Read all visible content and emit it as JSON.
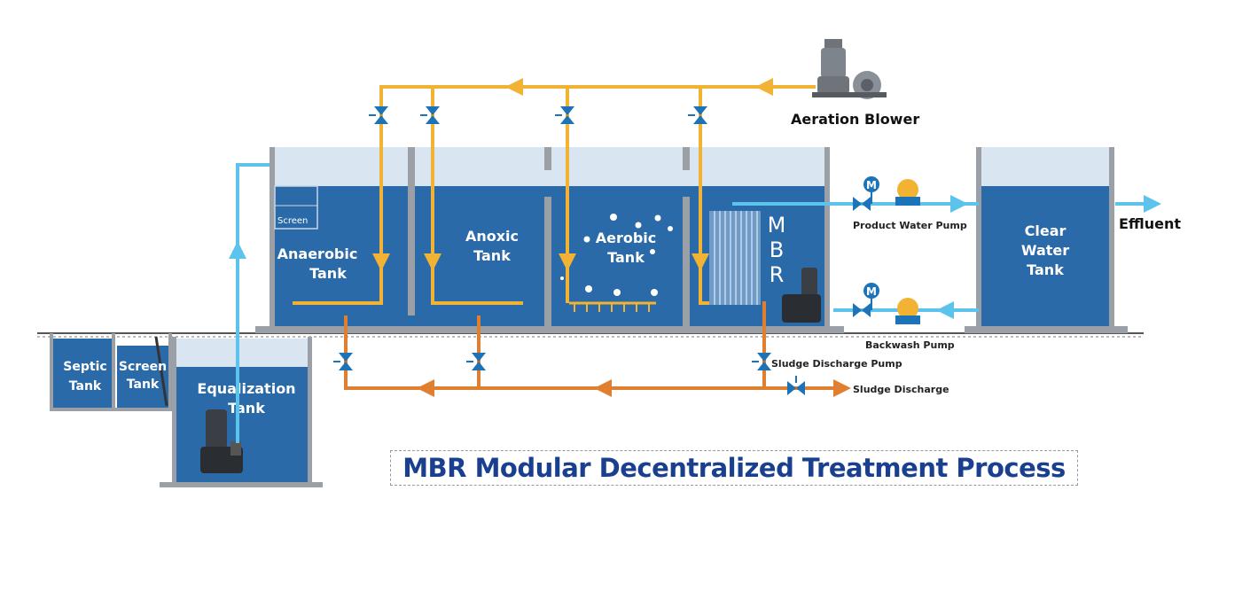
{
  "title": "MBR Modular Decentralized Treatment Process",
  "labels": {
    "septic_tank": [
      "Septic",
      "Tank"
    ],
    "screen_tank": [
      "Screen",
      "Tank"
    ],
    "equalization_tank": [
      "Equalization",
      "Tank"
    ],
    "screen": "Screen",
    "anaerobic_tank": [
      "Anaerobic",
      "Tank"
    ],
    "anoxic_tank": [
      "Anoxic",
      "Tank"
    ],
    "aerobic_tank": [
      "Aerobic",
      "Tank"
    ],
    "mbr": [
      "M",
      "B",
      "R"
    ],
    "clear_water_tank": [
      "Clear",
      "Water",
      "Tank"
    ],
    "aeration_blower": "Aeration Blower",
    "product_water_pump": "Product Water Pump",
    "backwash_pump": "Backwash Pump",
    "sludge_discharge_pump": "Sludge Discharge Pump",
    "sludge_discharge": "Sludge Discharge",
    "effluent": "Effluent",
    "meter_symbol": "M"
  },
  "colors": {
    "water": "#2b6aa8",
    "tank_top": "#d9e6f2",
    "wall": "#9aa0a6",
    "air_pipe": "#f2b233",
    "water_pipe": "#5cc4ec",
    "sludge_pipe": "#e07f2f",
    "valve": "#1c73b8",
    "title": "#1a3f8f"
  },
  "icons": [
    "valve-icon",
    "pump-icon",
    "meter-icon",
    "blower-icon",
    "submersible-pump-icon",
    "membrane-module-icon",
    "aeration-bubble-icon"
  ]
}
